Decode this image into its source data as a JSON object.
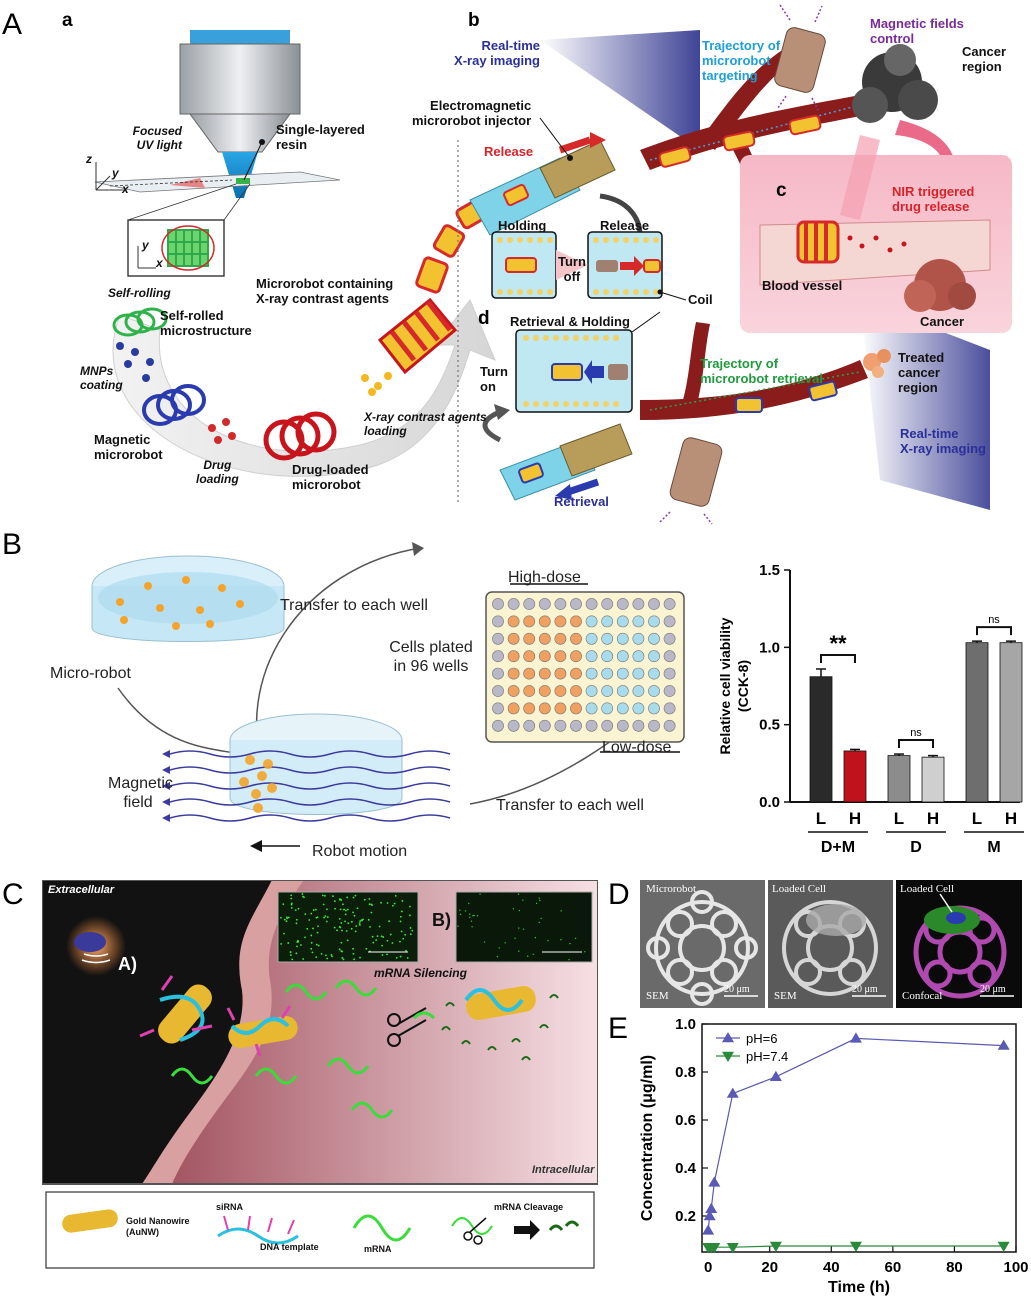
{
  "panels": {
    "A": "A",
    "B": "B",
    "C": "C",
    "D": "D",
    "E": "E"
  },
  "panel_a": {
    "sub_a": "a",
    "sub_b": "b",
    "sub_c": "c",
    "sub_d": "d",
    "focused_uv": "Focused\nUV light",
    "single_layer": "Single-layered\nresin",
    "axis_z": "z",
    "axis_y": "y",
    "axis_x": "x",
    "inset_y": "y",
    "inset_x": "x",
    "self_rolling": "Self-rolling",
    "self_rolled": "Self-rolled\nmicrostructure",
    "mnps": "MNPs\ncoating",
    "magnetic_microrobot": "Magnetic\nmicrorobot",
    "drug_loading": "Drug\nloading",
    "drug_loaded": "Drug-loaded\nmicrorobot",
    "xray_loading": "X-ray contrast agents\nloading",
    "containing": "Microrobot containing\nX-ray contrast agents",
    "realtime_top": "Real-time\nX-ray imaging",
    "injector": "Electromagnetic\nmicrorobot injector",
    "trajectory_target": "Trajectory of\nmicrorobot\ntargeting",
    "magnetic_control": "Magnetic fields\ncontrol",
    "cancer_region": "Cancer\nregion",
    "release": "Release",
    "holding": "Holding",
    "release2": "Release",
    "turn_off": "Turn\noff",
    "coil": "Coil",
    "nir": "NIR triggered\ndrug release",
    "blood_vessel": "Blood vessel",
    "cancer": "Cancer",
    "retrieval_holding": "Retrieval & Holding",
    "turn_on": "Turn\non",
    "trajectory_retrieval": "Trajectory of\nmicrorobot retrieval",
    "treated": "Treated\ncancer\nregion",
    "realtime_bottom": "Real-time\nX-ray imaging",
    "retrieval": "Retrieval"
  },
  "panel_b": {
    "micro_robot": "Micro-robot",
    "transfer_top": "Transfer to each well",
    "high_dose": "High-dose",
    "cells_plated": "Cells plated\nin 96 wells",
    "low_dose": "Low-dose",
    "magnetic_field": "Magnetic\nfield",
    "transfer_bottom": "Transfer to each well",
    "robot_motion": "Robot motion"
  },
  "chart_data": [
    {
      "type": "bar",
      "ylabel": "Relative cell viability\n(CCK-8)",
      "ylim": [
        0.0,
        1.5
      ],
      "yticks": [
        "0.0",
        "0.5",
        "1.0",
        "1.5"
      ],
      "categories": [
        "L",
        "H",
        "L",
        "H",
        "L",
        "H"
      ],
      "groups": [
        "D+M",
        "D",
        "M"
      ],
      "values": [
        0.81,
        0.33,
        0.3,
        0.29,
        1.03,
        1.03
      ],
      "errors": [
        0.05,
        0.01,
        0.01,
        0.01,
        0.01,
        0.01
      ],
      "colors": [
        "#2a2a2a",
        "#c0121b",
        "#8c8c8c",
        "#cfcfcf",
        "#6e6e6e",
        "#a6a6a6"
      ],
      "annotations": [
        "**",
        "ns",
        "ns"
      ]
    },
    {
      "type": "line",
      "xlabel": "Time (h)",
      "ylabel": "Concentration (μg/ml)",
      "xlim": [
        -2,
        100
      ],
      "ylim": [
        0.05,
        1.0
      ],
      "xticks": [
        "0",
        "20",
        "40",
        "60",
        "80",
        "100"
      ],
      "yticks": [
        "0.2",
        "0.4",
        "0.6",
        "0.8",
        "1.0"
      ],
      "legend": "top-left",
      "series": [
        {
          "name": "pH=6",
          "color": "#5a5ab4",
          "marker": "up",
          "x": [
            0,
            0.5,
            1,
            2,
            8,
            22,
            48,
            96
          ],
          "y": [
            0.14,
            0.2,
            0.23,
            0.34,
            0.71,
            0.78,
            0.94,
            0.91
          ]
        },
        {
          "name": "pH=7.4",
          "color": "#2a8a3a",
          "marker": "down",
          "x": [
            0,
            1,
            2,
            8,
            22,
            48,
            96
          ],
          "y": [
            0.07,
            0.07,
            0.07,
            0.07,
            0.075,
            0.075,
            0.075
          ]
        }
      ]
    }
  ],
  "panel_c": {
    "extracellular": "Extracellular",
    "intracellular": "Intracellular",
    "label_a": "A)",
    "label_b": "B)",
    "mrna_silencing": "mRNA Silencing",
    "legend_gold": "Gold Nanowire\n(AuNW)",
    "legend_sirna": "siRNA",
    "legend_dna": "DNA template",
    "legend_mrna": "mRNA",
    "legend_cleavage": "mRNA Cleavage"
  },
  "panel_d": {
    "img1": "Microrobot",
    "img1_mode": "SEM",
    "img1_scale": "20 μm",
    "img2": "Loaded Cell",
    "img2_mode": "SEM",
    "img2_scale": "20 μm",
    "img3": "Loaded Cell",
    "img3_mode": "Confocal",
    "img3_scale": "20 μm"
  },
  "colors": {
    "vessel": "#8a1c1c",
    "robot_red": "#d62a2a",
    "robot_yellow": "#f2c230",
    "coil_cyan": "#7fd3e8",
    "blue_text": "#2a2f9a"
  }
}
